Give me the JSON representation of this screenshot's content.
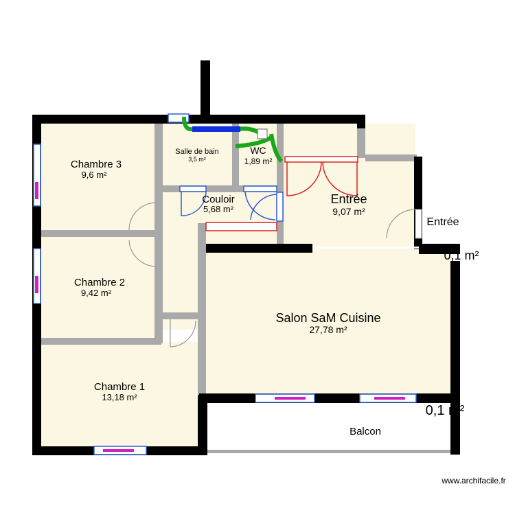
{
  "colors": {
    "wall": "#000000",
    "partition": "#a9a9a9",
    "floor": "#fbf7e2",
    "window": "#2f5fd0",
    "door_red": "#e02020",
    "pipe_green": "#1aa81a",
    "pipe_blue": "#1030e0",
    "magenta": "#d020c0"
  },
  "rooms": {
    "chambre3": {
      "name": "Chambre 3",
      "area": "9,6 m²"
    },
    "chambre2": {
      "name": "Chambre 2",
      "area": "9,42 m²"
    },
    "chambre1": {
      "name": "Chambre 1",
      "area": "13,18 m²"
    },
    "sdb": {
      "name": "Salle de bain",
      "area": "3,5 m²"
    },
    "wc": {
      "name": "WC",
      "area": "1,89 m²"
    },
    "couloir": {
      "name": "Couloir",
      "area": "5,68 m²"
    },
    "entree": {
      "name": "Entrée",
      "area": "9,07 m²"
    },
    "salon": {
      "name": "Salon SaM Cuisine",
      "area": "27,78 m²"
    },
    "balcon": {
      "name": "Balcon"
    }
  },
  "outside_labels": {
    "entree": "Entrée",
    "small_area_1": "0,1 m²",
    "small_area_2": "0,1 m²"
  },
  "watermark": "www.archifacile.fr"
}
